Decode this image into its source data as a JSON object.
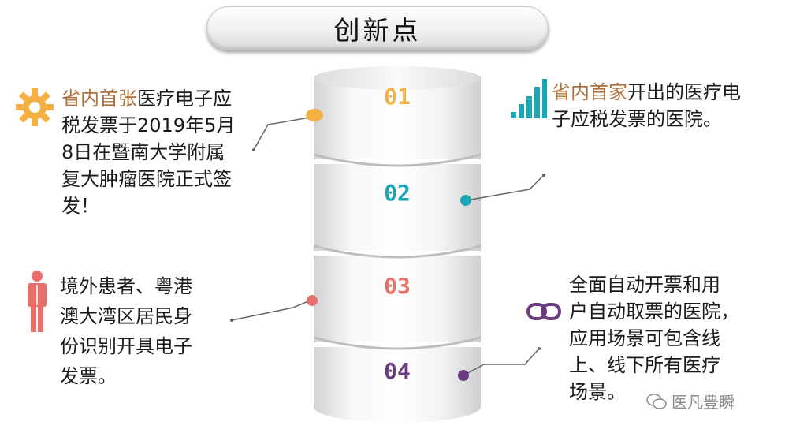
{
  "title": "创新点",
  "numbers": [
    "01",
    "02",
    "03",
    "04"
  ],
  "colors": {
    "n1": "#f4b042",
    "n2": "#1aa6b4",
    "n3": "#e8706a",
    "n4": "#6a3c7e",
    "highlight": "#b0703a"
  },
  "items": [
    {
      "highlight": "省内首张",
      "text_lines": [
        "医疗电子应",
        "税发票于2019年5月",
        "8日在暨南大学附属",
        "复大肿瘤医院正式签",
        "发！"
      ],
      "icon": "gear-icon"
    },
    {
      "highlight": "省内首家",
      "text_lines": [
        "开出的医疗电",
        "子应税发票的医院。"
      ],
      "icon": "bar-chart-icon"
    },
    {
      "text_lines": [
        "境外患者、粤港",
        "澳大湾区居民身",
        "份识别开具电子",
        "发票。"
      ],
      "icon": "person-icon"
    },
    {
      "text_lines": [
        "全面自动开票和用",
        "户自动取票的医院，",
        "应用场景可包含线",
        "上、线下所有医疗",
        "场景。"
      ],
      "icon": "link-icon"
    }
  ],
  "watermark": "医凡豊瞬"
}
